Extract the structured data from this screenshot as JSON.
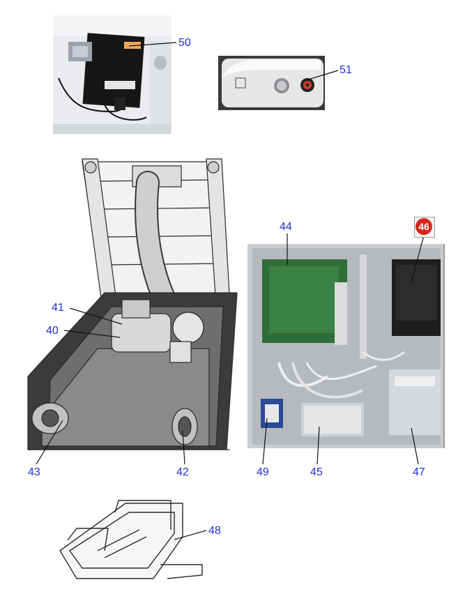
{
  "callouts": {
    "c50": "50",
    "c51": "51",
    "c44": "44",
    "c46": "46",
    "c41": "41",
    "c40": "40",
    "c43": "43",
    "c42": "42",
    "c49": "49",
    "c45": "45",
    "c47": "47",
    "c48": "48"
  },
  "colors": {
    "callout_text": "#1f2fcf",
    "highlight_badge": "#d9261c",
    "leader_line": "#111111"
  }
}
